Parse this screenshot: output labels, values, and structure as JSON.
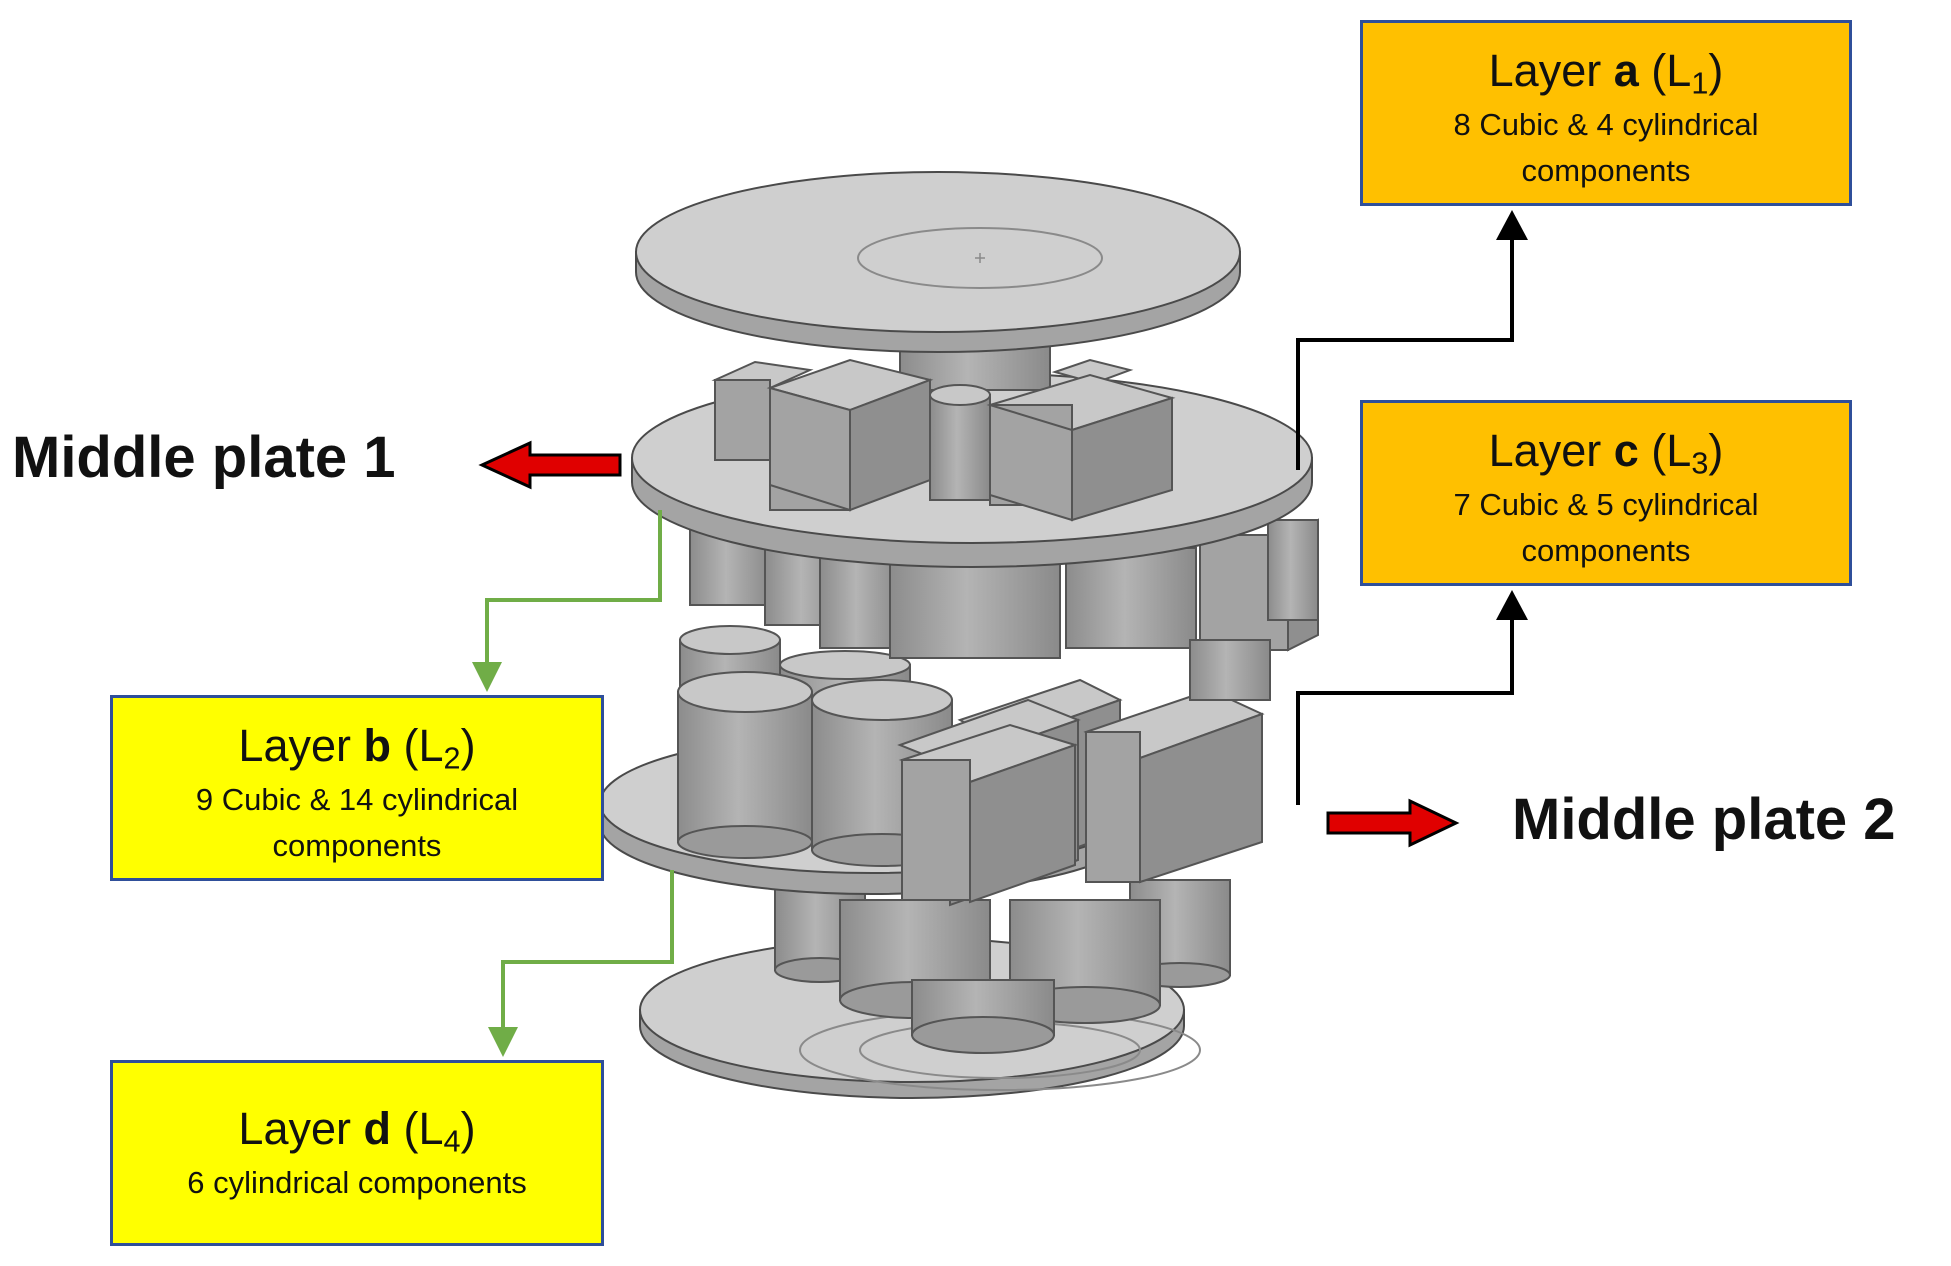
{
  "plates": {
    "middle_plate_1": "Middle plate 1",
    "middle_plate_2": "Middle plate 2"
  },
  "layers": {
    "a": {
      "prefix": "Layer",
      "letter": "a",
      "paren_open": "(L",
      "sub": "1",
      "paren_close": ")",
      "line1": "8 Cubic & 4 cylindrical",
      "line2": "components",
      "color": "#ffc000"
    },
    "c": {
      "prefix": "Layer",
      "letter": "c",
      "paren_open": "(L",
      "sub": "3",
      "paren_close": ")",
      "line1": "7 Cubic & 5 cylindrical",
      "line2": "components",
      "color": "#ffc000"
    },
    "b": {
      "prefix": "Layer",
      "letter": "b",
      "paren_open": "(L",
      "sub": "2",
      "paren_close": ")",
      "line1": "9 Cubic & 14 cylindrical",
      "line2": "components",
      "color": "#ffff00"
    },
    "d": {
      "prefix": "Layer",
      "letter": "d",
      "paren_open": "(L",
      "sub": "4",
      "paren_close": ")",
      "line1": "6 cylindrical components",
      "color": "#ffff00"
    }
  },
  "colors": {
    "box_border": "#2f4f9a",
    "red_arrow": "#e00000",
    "green_connector": "#70ad47",
    "black_connector": "#000000",
    "plate_fill": "#cfcfcf",
    "component_fill": "#a9a9a9"
  }
}
